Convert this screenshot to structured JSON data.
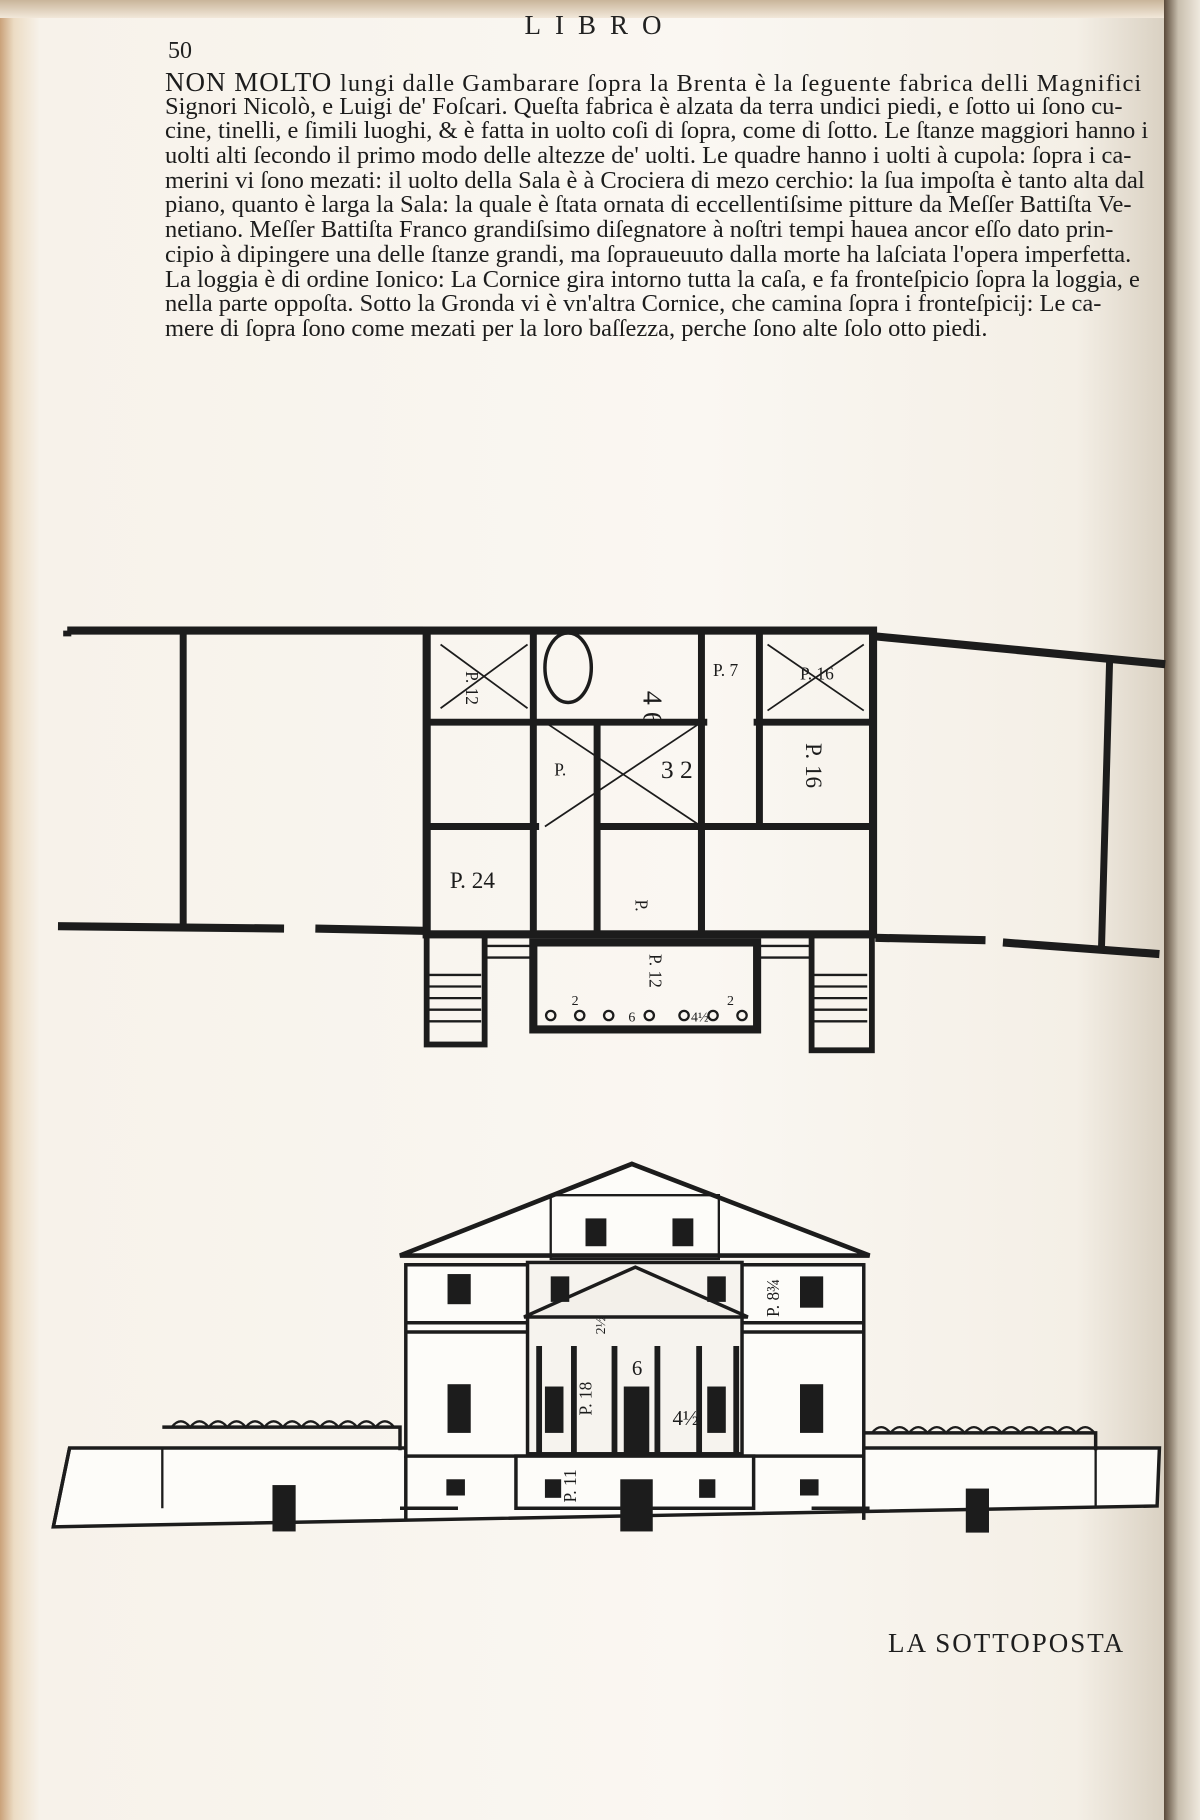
{
  "header": {
    "running_title": "LIBRO",
    "page_number": "50"
  },
  "body": {
    "lead": "NON MOLTO",
    "lines": [
      "lungi dalle Gambarare ſopra la Brenta è la ſeguente fabrica delli Magnifici",
      "Signori Nicolò, e Luigi de' Foſcari.   Queſta fabrica è alzata da terra undici piedi, e ſotto ui ſono cu-",
      "cine, tinelli, e ſimili luoghi, & è fatta in uolto coſi di ſopra, come di ſotto.  Le ſtanze maggiori hanno i",
      "uolti alti ſecondo il primo modo delle altezze de' uolti.  Le quadre hanno i uolti à cupola: ſopra i ca-",
      "merini vi ſono mezati: il uolto della Sala è à Crociera di mezo cerchio: la ſua impoſta è tanto alta dal",
      "piano, quanto è larga la Sala: la quale è ſtata ornata di eccellentiſsime pitture da Meſſer Battiſta Ve-",
      "netiano.   Meſſer Battiſta Franco grandiſsimo diſegnatore à noſtri tempi hauea ancor eſſo dato prin-",
      "cipio à dipingere una delle ſtanze grandi, ma ſopraueuuto dalla morte ha laſciata l'opera imperfetta.",
      "La loggia è di ordine Ionico: La Cornice gira intorno tutta la caſa, e fa fronteſpicio ſopra la loggia, e",
      "nella parte oppoſta.  Sotto la Gronda vi è vn'altra Cornice, che camina ſopra i fronteſpicij: Le ca-",
      "mere di ſopra ſono come mezati per la loro baſſezza, perche ſono alte ſolo otto piedi."
    ]
  },
  "plan": {
    "labels": [
      "P. 12",
      "P. 7",
      "P. 16",
      "4 6",
      "3 2",
      "P.",
      "P. 16",
      "P. 24",
      "P.",
      "P. 12",
      "2",
      "6",
      "4½",
      "2"
    ]
  },
  "elevation": {
    "labels": [
      "P. 8¾",
      "P. 18",
      "6",
      "4½",
      "P. 11",
      "2½"
    ]
  },
  "footer": {
    "catchword": "LA SOTTOPOSTA"
  },
  "colors": {
    "paper": "#faf7f2",
    "ink": "#1c1c1c",
    "edge": "#caa27a"
  }
}
